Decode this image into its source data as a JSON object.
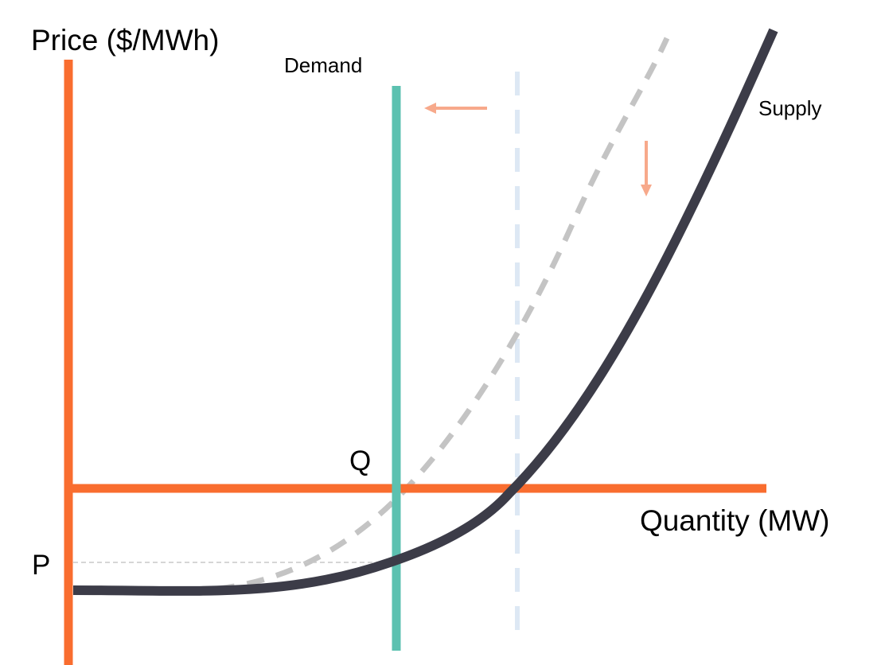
{
  "labels": {
    "y_axis": "Price ($/MWh)",
    "x_axis": "Quantity (MW)",
    "demand": "Demand",
    "supply": "Supply",
    "q": "Q",
    "p": "P"
  },
  "colors": {
    "axis": "#f96d2f",
    "demand": "#5cc1b0",
    "supply": "#3c3c48",
    "old_supply": "#c4c4c4",
    "old_demand": "#dde8f4",
    "arrows": "#f7a98b",
    "price_guide": "#c8c8c8"
  }
}
